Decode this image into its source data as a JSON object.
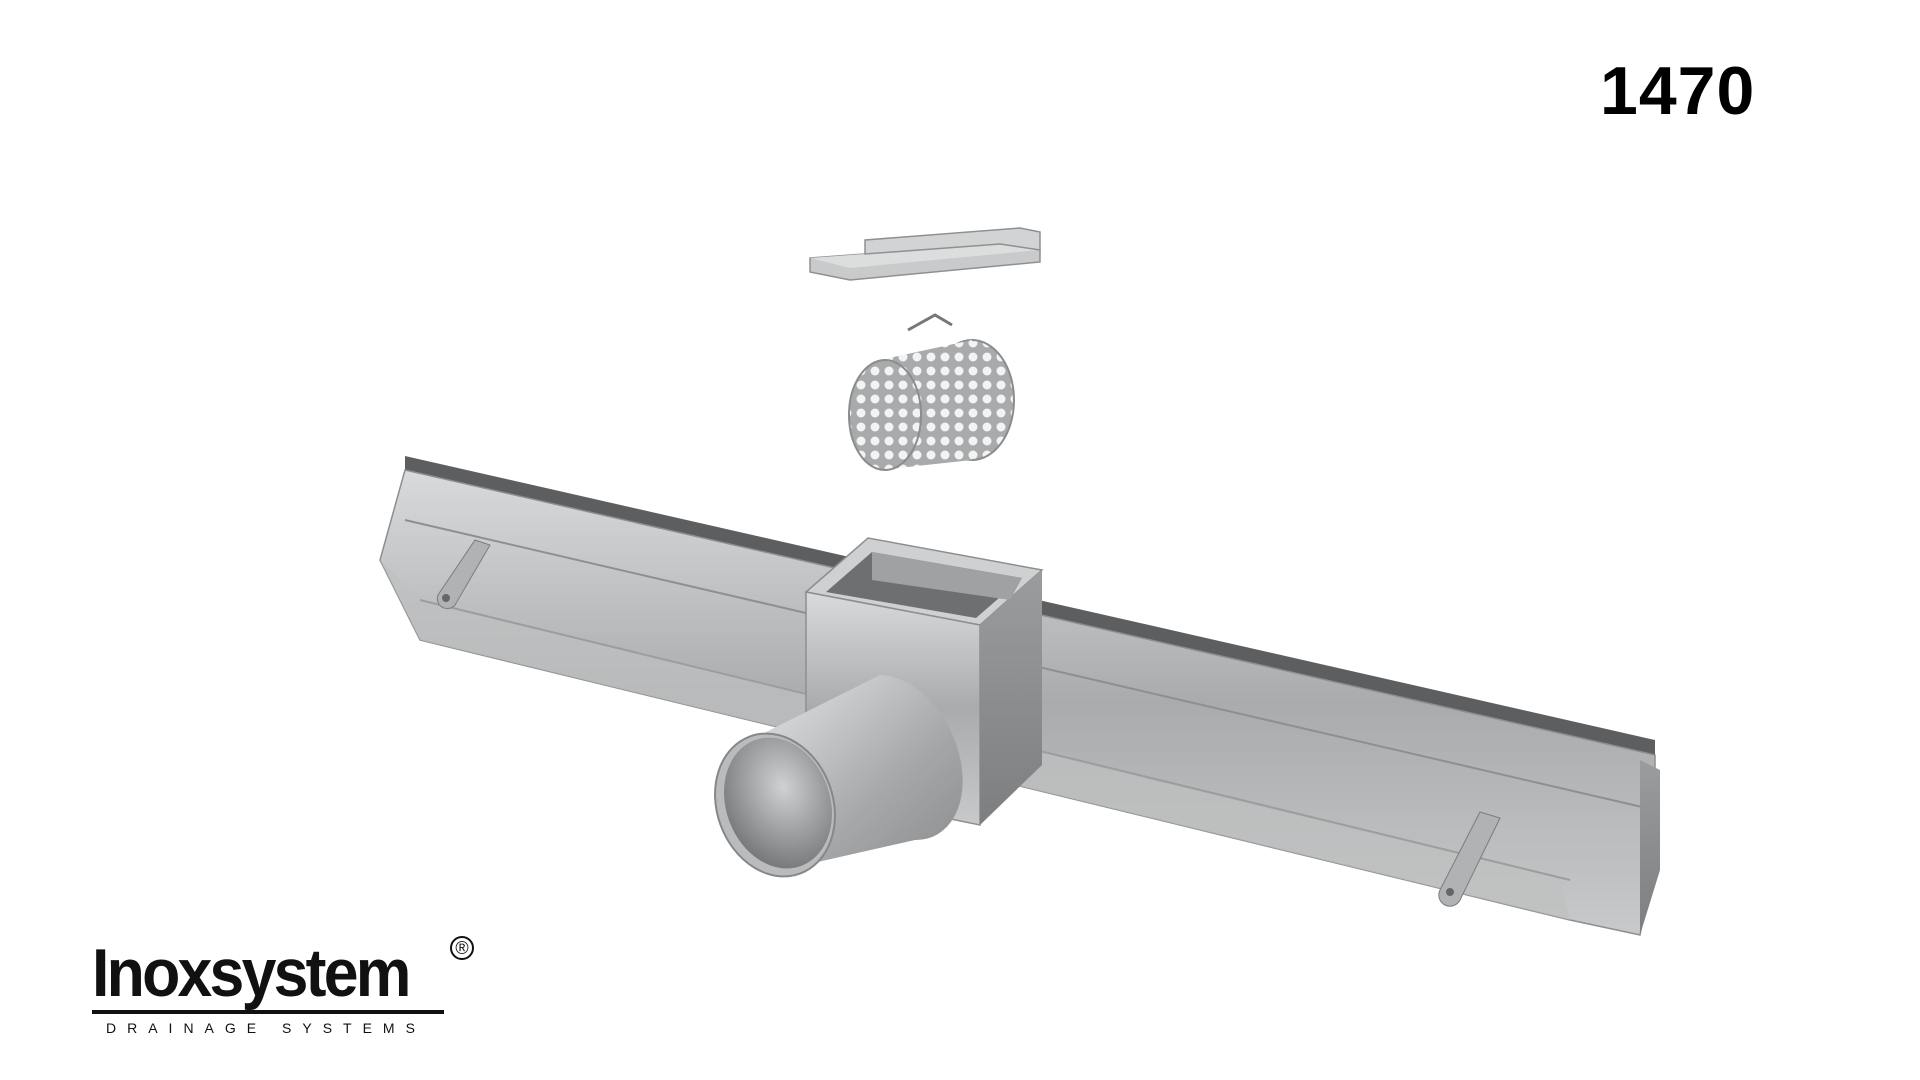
{
  "model_number": "1470",
  "logo": {
    "brand": "Inoxsystem",
    "registered_mark": "®",
    "tagline": "DRAINAGE SYSTEMS"
  },
  "illustration": {
    "parts": [
      "grate-cover",
      "perforated-basket",
      "drain-channel",
      "outlet-box",
      "outlet-pipe"
    ],
    "material_color": "#b4b6b8"
  }
}
